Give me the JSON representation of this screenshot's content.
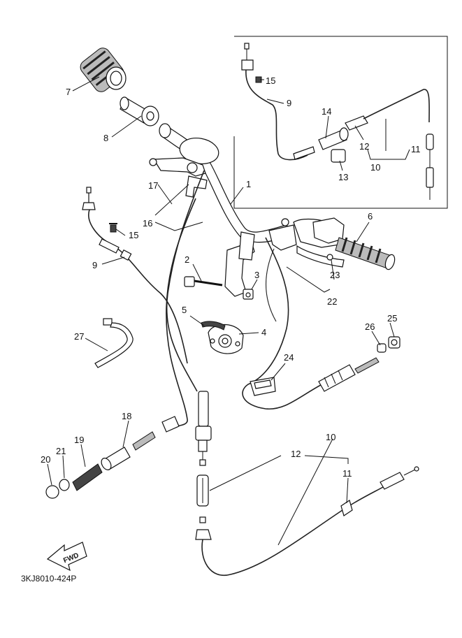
{
  "diagram": {
    "code": "3KJ8010-424P",
    "fwd_label": "FWD",
    "callouts": {
      "c1": "1",
      "c2": "2",
      "c3": "3",
      "c4": "4",
      "c5": "5",
      "c6": "6",
      "c7": "7",
      "c8": "8",
      "c9a": "9",
      "c9b": "9",
      "c10a": "10",
      "c10b": "10",
      "c11a": "11",
      "c11b": "11",
      "c12a": "12",
      "c12b": "12",
      "c13": "13",
      "c14": "14",
      "c15a": "15",
      "c15b": "15",
      "c16": "16",
      "c17": "17",
      "c18": "18",
      "c19": "19",
      "c20": "20",
      "c21": "21",
      "c22": "22",
      "c23": "23",
      "c24": "24",
      "c25": "25",
      "c26": "26",
      "c27": "27"
    }
  }
}
